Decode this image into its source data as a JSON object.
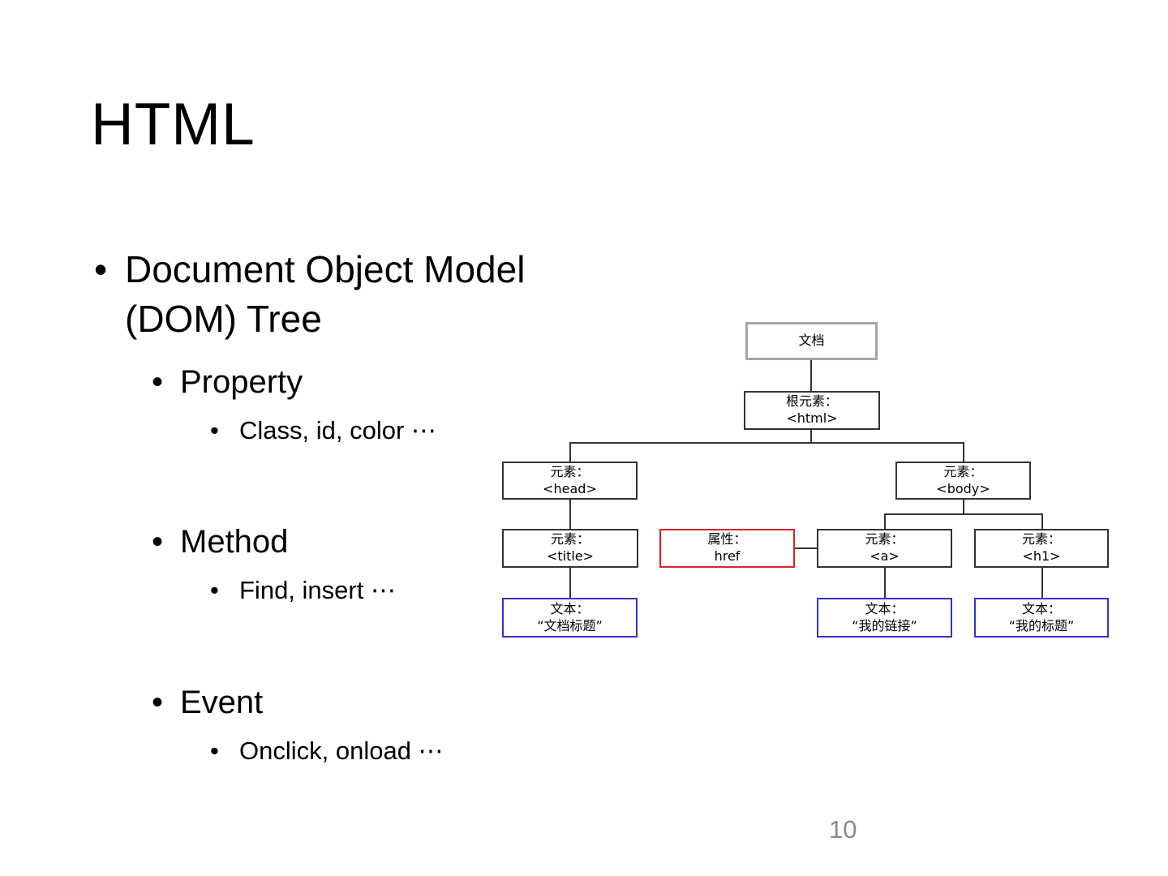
{
  "slide": {
    "title": "HTML",
    "bullet_char": "•",
    "bullets": [
      {
        "level": 1,
        "text": "Document Object Model (DOM) Tree"
      },
      {
        "level": 2,
        "text": "Property"
      },
      {
        "level": 3,
        "text": "Class, id, color ⋯"
      },
      {
        "level": 2,
        "text": "Method"
      },
      {
        "level": 3,
        "text": "Find, insert ⋯"
      },
      {
        "level": 2,
        "text": "Event"
      },
      {
        "level": 3,
        "text": "Onclick, onload ⋯"
      }
    ],
    "page_number": "10"
  },
  "diagram": {
    "description": "DOM tree of an HTML document",
    "colors": {
      "root_border": "#a6a6a6",
      "element_border": "#333333",
      "attribute_border": "#dd2222",
      "text_border": "#3333cc",
      "connector": "#333333"
    },
    "nodes": {
      "doc": {
        "line1": "文档",
        "line2": ""
      },
      "html": {
        "line1": "根元素：",
        "line2": "<html>"
      },
      "head": {
        "line1": "元素：",
        "line2": "<head>"
      },
      "body": {
        "line1": "元素：",
        "line2": "<body>"
      },
      "title": {
        "line1": "元素：",
        "line2": "<title>"
      },
      "href": {
        "line1": "属性：",
        "line2": "href"
      },
      "a": {
        "line1": "元素：",
        "line2": "<a>"
      },
      "h1": {
        "line1": "元素：",
        "line2": "<h1>"
      },
      "text_title": {
        "line1": "文本：",
        "line2": "“文档标题”"
      },
      "text_link": {
        "line1": "文本：",
        "line2": "“我的链接”"
      },
      "text_heading": {
        "line1": "文本：",
        "line2": "“我的标题”"
      }
    }
  }
}
